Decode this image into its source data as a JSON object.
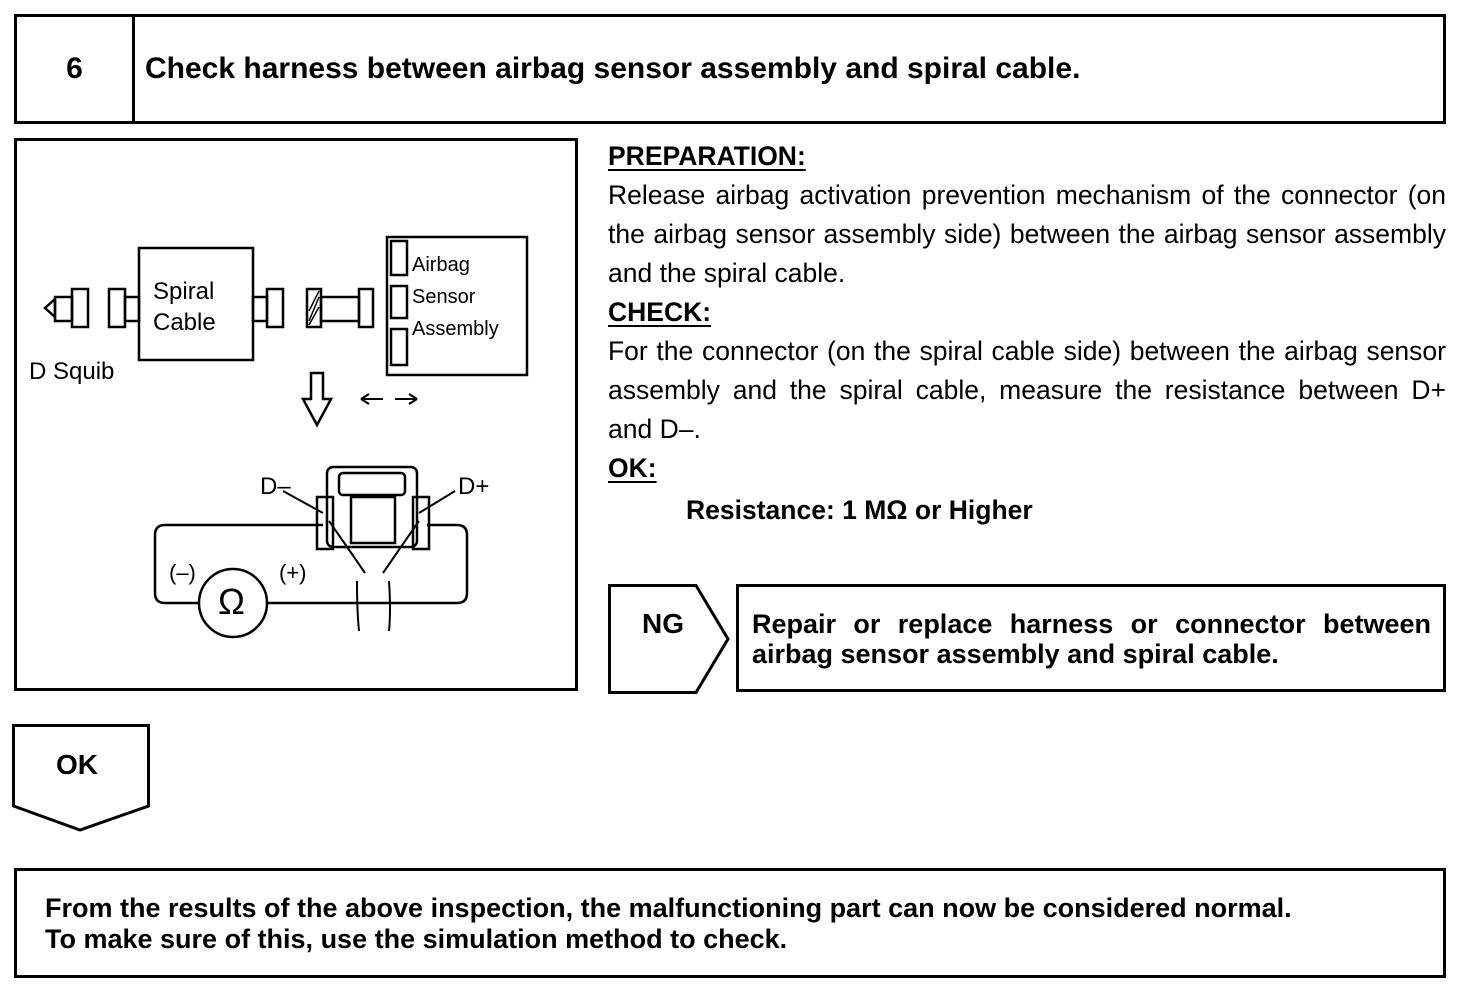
{
  "step": {
    "number": "6",
    "title": "Check harness between airbag sensor assembly and spiral cable."
  },
  "diagram": {
    "spiral_cable_line1": "Spiral",
    "spiral_cable_line2": "Cable",
    "sensor_line1": "Airbag",
    "sensor_line2": "Sensor",
    "sensor_line3": "Assembly",
    "d_squib": "D Squib",
    "d_minus": "D–",
    "d_plus": "D+",
    "minus_probe": "(–)",
    "plus_probe": "(+)",
    "ohm_symbol": "Ω",
    "arrows": "←→"
  },
  "instructions": {
    "preparation_heading": "PREPARATION:",
    "preparation_text": "Release airbag activation prevention mechanism of the connector (on the airbag sensor assembly side) between the airbag sensor assembly and the spiral cable.",
    "check_heading": "CHECK:",
    "check_text": "For the connector (on the spiral cable side) between the airbag sensor assembly and the spiral cable, measure the resistance between D+ and D–.",
    "ok_heading": "OK:",
    "ok_spec": "Resistance: 1 MΩ or Higher"
  },
  "ng": {
    "label": "NG",
    "action": "Repair or replace harness or connector between airbag sensor assembly and spiral cable."
  },
  "ok": {
    "label": "OK"
  },
  "result": {
    "line1": "From the results of the above inspection, the malfunctioning part can now be considered normal.",
    "line2": "To make sure of this, use the simulation method to check."
  }
}
